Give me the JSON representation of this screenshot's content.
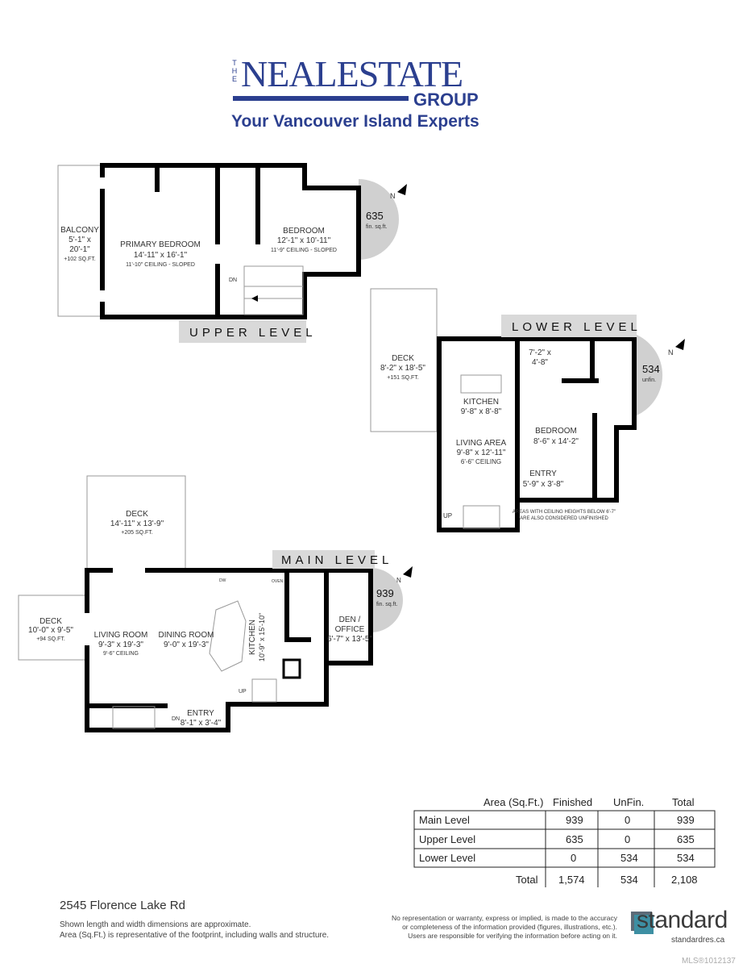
{
  "logo": {
    "the": "THE",
    "name": "NEALESTATE",
    "group": "GROUP",
    "tagline": "Your Vancouver Island Experts",
    "brand_color": "#2b3f8f"
  },
  "upper": {
    "label": "UPPER LEVEL",
    "area": "635",
    "area_note": "fin. sq.ft.",
    "north": "N",
    "balcony": {
      "name": "BALCONY",
      "dim1": "5'-1\" x",
      "dim2": "20'-1\"",
      "extra": "+102 SQ.FT."
    },
    "primary": {
      "name": "PRIMARY BEDROOM",
      "dim": "14'-11\" x 16'-1\"",
      "ceiling": "11'-10\" CEILING - SLOPED"
    },
    "bedroom": {
      "name": "BEDROOM",
      "dim": "12'-1\" x 10'-11\"",
      "ceiling": "11'-9\" CEILING - SLOPED"
    },
    "stairs": "DN"
  },
  "lower": {
    "label": "LOWER LEVEL",
    "area": "534",
    "area_note": "unfin.",
    "north": "N",
    "deck": {
      "name": "DECK",
      "dim": "8'-2\" x 18'-5\"",
      "extra": "+151 SQ.FT."
    },
    "laundry": {
      "dim1": "7'-2\" x",
      "dim2": "4'-8\""
    },
    "kitchen": {
      "name": "KITCHEN",
      "dim": "9'-8\" x 8'-8\""
    },
    "living": {
      "name": "LIVING AREA",
      "dim": "9'-8\" x 12'-11\"",
      "ceiling": "6'-6\" CEILING"
    },
    "bedroom": {
      "name": "BEDROOM",
      "dim": "8'-6\" x 14'-2\""
    },
    "entry": {
      "name": "ENTRY",
      "dim": "5'-9\" x 3'-8\""
    },
    "stairs": "UP",
    "note1": "AREAS WITH CEILING HEIGHTS BELOW 6'-7\"",
    "note2": "ARE ALSO CONSIDERED UNFINISHED"
  },
  "main": {
    "label": "MAIN LEVEL",
    "area": "939",
    "area_note": "fin. sq.ft.",
    "north": "N",
    "deck_top": {
      "name": "DECK",
      "dim": "14'-11\" x 13'-9\"",
      "extra": "+205 SQ.FT."
    },
    "deck_left": {
      "name": "DECK",
      "dim": "10'-0\" x 9'-5\"",
      "extra": "+94 SQ.FT."
    },
    "living": {
      "name": "LIVING ROOM",
      "dim": "9'-3\" x 19'-3\"",
      "ceiling": "9'-6\" CEILING"
    },
    "dining": {
      "name": "DINING ROOM",
      "dim": "9'-0\" x 19'-3\""
    },
    "kitchen": {
      "name": "KITCHEN",
      "dim": "10'-9\" x 15'-10\""
    },
    "den": {
      "name1": "DEN /",
      "name2": "OFFICE",
      "dim": "6'-7\" x 13'-5\""
    },
    "entry": {
      "name": "ENTRY",
      "dim": "8'-1\" x 3'-4\""
    },
    "stairs_up": "UP",
    "stairs_dn": "DN",
    "dw": "DW",
    "oven": "OVEN"
  },
  "area_table": {
    "headers": [
      "Area (Sq.Ft.)",
      "Finished",
      "UnFin.",
      "Total"
    ],
    "rows": [
      {
        "level": "Main Level",
        "finished": "939",
        "unfin": "0",
        "total": "939"
      },
      {
        "level": "Upper Level",
        "finished": "635",
        "unfin": "0",
        "total": "635"
      },
      {
        "level": "Lower Level",
        "finished": "0",
        "unfin": "534",
        "total": "534"
      }
    ],
    "total": {
      "label": "Total",
      "finished": "1,574",
      "unfin": "534",
      "total": "2,108"
    }
  },
  "footer": {
    "address": "2545 Florence Lake Rd",
    "note1": "Shown length and width dimensions are approximate.",
    "note2": "Area (Sq.Ft.) is representative of the footprint, including walls and structure.",
    "disclaimer1": "No representation or warranty, express or implied, is made to the accuracy",
    "disclaimer2": "or completeness of the information provided (figures, illustrations, etc.).",
    "disclaimer3": "Users are responsible for verifying the information before acting on it.",
    "brand": "standard",
    "brand_url": "standardres.ca",
    "mls": "MLS®1012137"
  }
}
